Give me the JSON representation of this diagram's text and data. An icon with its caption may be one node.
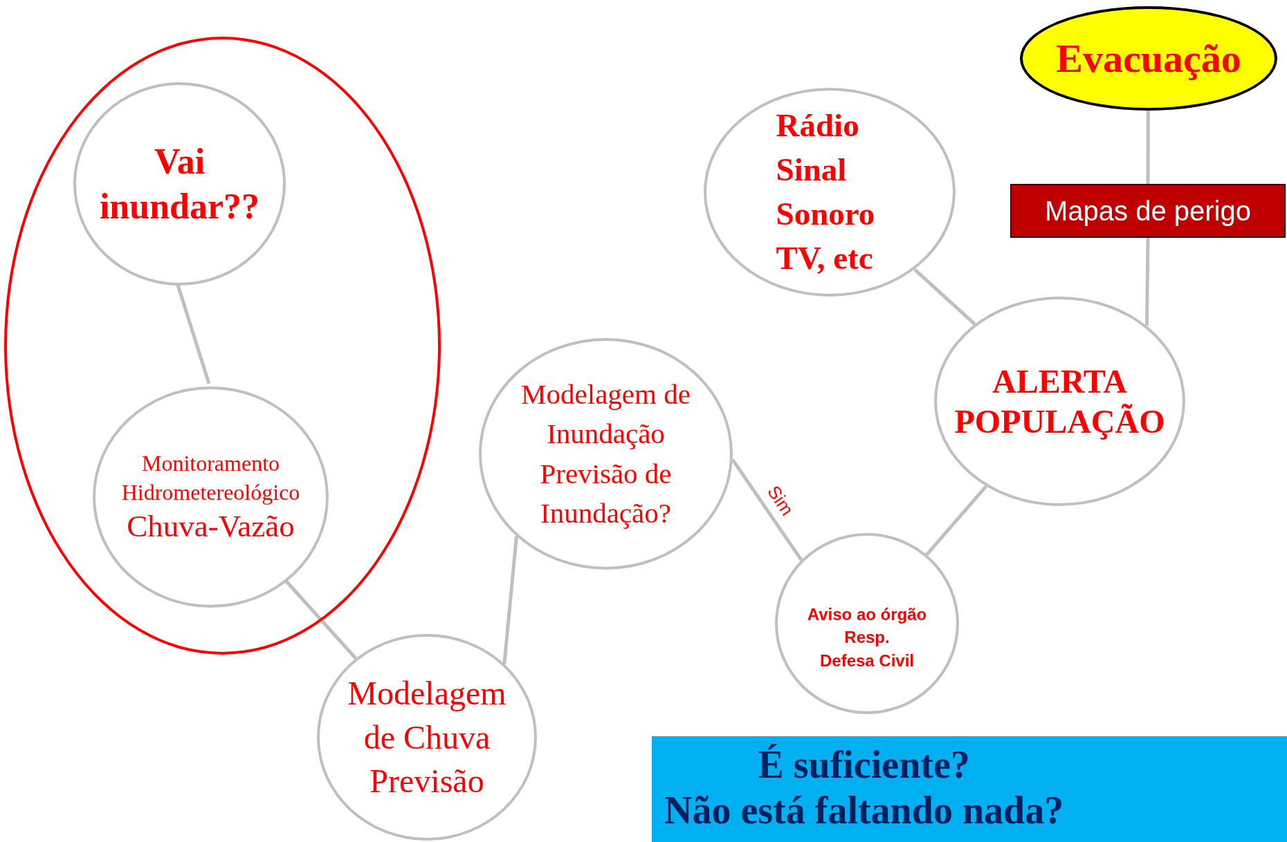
{
  "diagram": {
    "nodes": [
      {
        "text": [],
        "shape": "ellipse"
      },
      {
        "text": [
          "Vai inundar??"
        ],
        "in": 0
      },
      {
        "text": [
          "Monitoramento Hidrometereológico",
          "Chuva-Vazão"
        ],
        "in": 0
      },
      {
        "text": [
          "Evacuação"
        ]
      },
      {
        "text": [
          "Rádio Sinal Sonoro TV, etc"
        ]
      },
      {
        "text": [
          "Mapas de perigo"
        ]
      },
      {
        "text": [
          "ALERTA POPULAÇÃO"
        ]
      },
      {
        "text": [
          "Modelagem de Inundação",
          "Previsão de Inundação?"
        ]
      },
      {
        "text": [
          "Aviso ao órgão",
          "Resp.",
          "Defesa Civil"
        ]
      },
      {
        "text": [
          "Modelagem de Chuva Previsão"
        ]
      },
      {
        "text": [
          "É suficiente?",
          "Não está faltando nada?"
        ]
      }
    ],
    "edges": [
      {
        "from": 1,
        "to": 2,
        "arrow": "none"
      },
      {
        "from": 2,
        "to": 9,
        "arrow": "none"
      },
      {
        "from": 9,
        "to": 7,
        "arrow": "none"
      },
      {
        "from": 7,
        "to": 8,
        "arrow": "none",
        "label": "Sim"
      },
      {
        "from": 8,
        "to": 6,
        "arrow": "none"
      },
      {
        "from": 6,
        "to": 4,
        "arrow": "none"
      },
      {
        "from": 6,
        "to": 5,
        "arrow": "none"
      },
      {
        "from": 5,
        "to": 3,
        "arrow": "none"
      }
    ]
  }
}
